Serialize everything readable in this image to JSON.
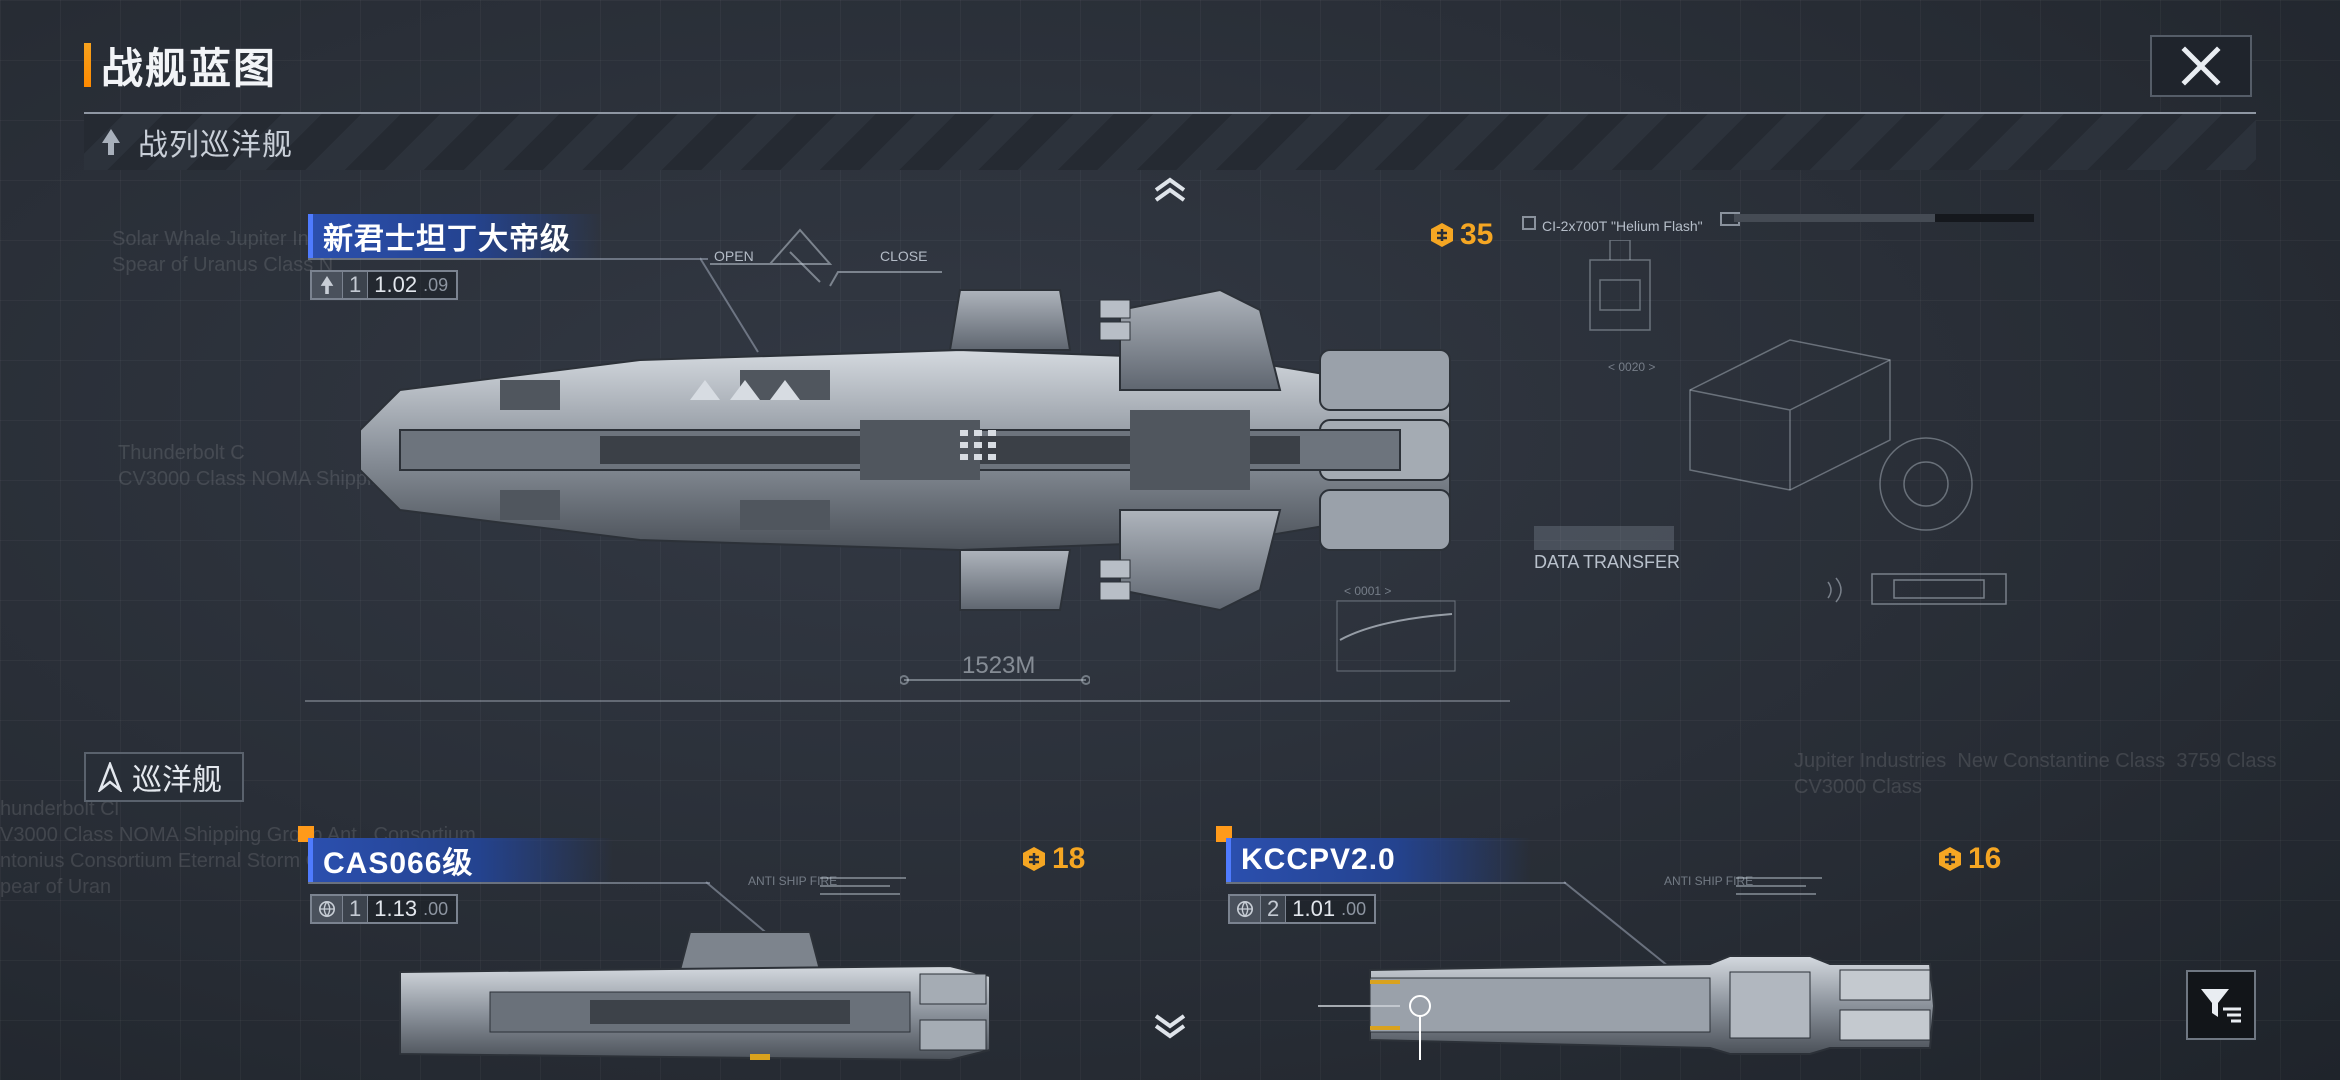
{
  "header": {
    "title": "战舰蓝图",
    "close_icon": "close-icon"
  },
  "category": {
    "label": "战列巡洋舰",
    "icon": "battlecruiser-class-icon"
  },
  "featured_ship": {
    "name": "新君士坦丁大帝级",
    "count": "1",
    "version": "1.02",
    "version_sub": ".09",
    "cost": "35",
    "length": "1523M",
    "labels": {
      "open": "OPEN",
      "close": "CLOSE",
      "data_transfer": "DATA TRANSFER",
      "ci_tag": "CI-2x700T \"Helium Flash\"",
      "code": "< 0020 >",
      "chart_tag": "< 0001 >"
    }
  },
  "section": {
    "label": "巡洋舰",
    "icon": "cruiser-class-icon"
  },
  "ships": [
    {
      "name": "CAS066级",
      "count": "1",
      "version": "1.13",
      "version_sub": ".00",
      "cost": "18",
      "tag": "ANTI SHIP FIRE"
    },
    {
      "name": "KCCPV2.0",
      "count": "2",
      "version": "1.01",
      "version_sub": ".00",
      "cost": "16",
      "tag": "ANTI SHIP FIRE"
    }
  ],
  "background_text": {
    "block1": "Solar Whale Jupiter Industri\nSpear of Uranus Class N",
    "block2": "Thunderbolt C\nCV3000 Class NOMA Shipping Gr",
    "block3": "hunderbolt Cl\nV3000 Class NOMA Shipping Group Ant   Consortium\nntonius Consortium Eternal Storm Cla\npear of Uran",
    "block4": "Jupiter Industries  New Constantine Class  3759 Class\nCV3000 Class"
  },
  "colors": {
    "accent": "#f7a21e",
    "name_tag": "#2b4fae",
    "cost": "#f5a623"
  },
  "filter_icon": "filter-icon"
}
